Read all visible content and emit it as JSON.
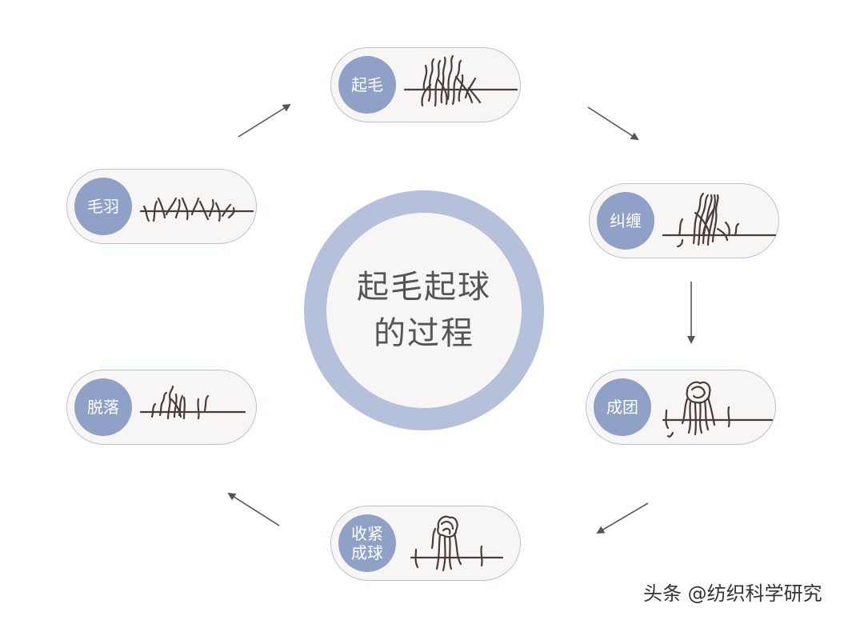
{
  "center": {
    "line1": "起毛起球",
    "line2": "的过程"
  },
  "stages": {
    "qimao": {
      "label": "起毛"
    },
    "jiuchan": {
      "label": "纠缠"
    },
    "chengtuan": {
      "label": "成团"
    },
    "shoujin": {
      "line1": "收紧",
      "line2": "成球"
    },
    "tuoluo": {
      "label": "脱落"
    },
    "maoyu": {
      "label": "毛羽"
    }
  },
  "watermark": "头条 @纺织科学研究",
  "colors": {
    "ring": "#b5c1db",
    "badge": "#8fa1c7",
    "pill_border": "#b6c2dc",
    "background_fill": "#f7f6f4",
    "fiber": "#4a3c38",
    "arrow": "#555555"
  }
}
